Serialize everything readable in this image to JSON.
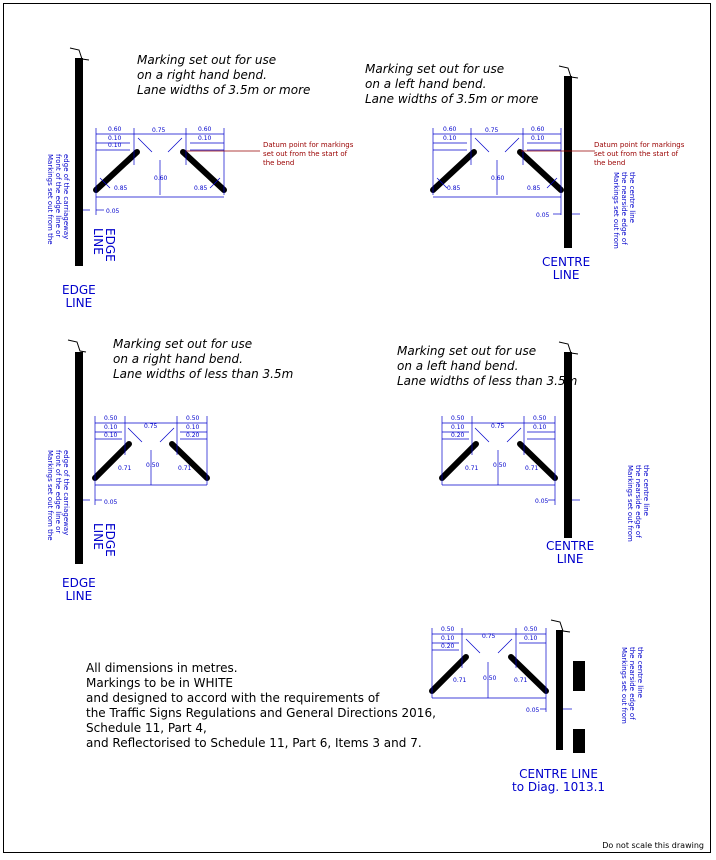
{
  "notes": {
    "top_left": [
      "Marking set out for use",
      "on a right hand bend.",
      "Lane widths of 3.5m or more"
    ],
    "top_right": [
      "Marking set out for use",
      "on a left hand bend.",
      "Lane widths of 3.5m or more"
    ],
    "mid_left": [
      "Marking set out for use",
      "on a right hand bend.",
      "Lane widths of less than 3.5m"
    ],
    "mid_right": [
      "Marking set out for use",
      "on a left hand bend.",
      "Lane widths of less than 3.5m"
    ]
  },
  "datum": {
    "line1": "Datum point for markings",
    "line2": "set out from the start of",
    "line3": "the bend"
  },
  "labels": {
    "edge_line_1": "EDGE",
    "edge_line_2": "LINE",
    "centre_line_1": "CENTRE",
    "centre_line_2": "LINE",
    "centre_line_diag": "CENTRE LINE",
    "to_diag": "to Diag. 1013.1"
  },
  "vertical_notes": {
    "edge": [
      "Markings set out from the",
      "front of the edge line or",
      "edge of the carriageway"
    ],
    "centre": [
      "Markings set out from",
      "the nearside edge of",
      "the centre line"
    ]
  },
  "dims": {
    "big": {
      "a": "0.60",
      "b": "0.10",
      "c": "0.10",
      "d": "0.75",
      "e": "0.60",
      "f": "0.85",
      "g": "0.05"
    },
    "small": {
      "a": "0.50",
      "b": "0.10",
      "c": "0.10",
      "c2": "0.20",
      "d": "0.75",
      "e": "0.50",
      "f": "0.71",
      "g": "0.05"
    }
  },
  "general_notes": [
    "All dimensions in metres.",
    "Markings to be in WHITE",
    "and designed to accord with the requirements of",
    "the Traffic Signs Regulations and General Directions 2016,",
    "Schedule 11, Part 4,",
    "and Reflectorised to Schedule 11, Part 6, Items 3 and 7."
  ],
  "footer": "Do not scale this drawing",
  "colors": {
    "dimension": "#0000cc",
    "datum": "#990000",
    "marking": "#000000"
  }
}
